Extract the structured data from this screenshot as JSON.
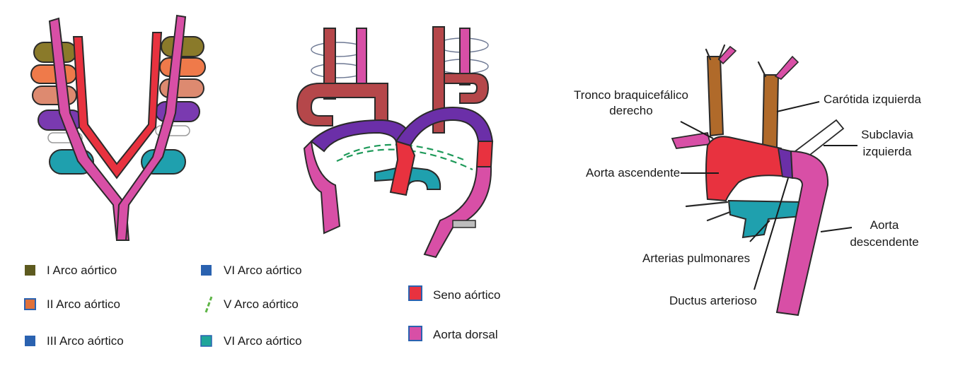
{
  "legend": {
    "arch1": {
      "label": "I Arco aórtico",
      "color": "#5d5a1f"
    },
    "arch2": {
      "label": "II Arco aórtico",
      "color": "#e0713a"
    },
    "arch3": {
      "label": "III Arco aórtico",
      "color": "#2a62b0"
    },
    "arch4": {
      "label": "VI Arco aórtico",
      "color": "#2a62b0"
    },
    "arch5": {
      "label": "V Arco aórtico",
      "color": "#5fb547"
    },
    "arch6": {
      "label": "VI Arco aórtico",
      "color": "#1fa59a"
    },
    "sinus": {
      "label": "Seno aórtico",
      "color": "#e8323f"
    },
    "dorsal": {
      "label": "Aorta dorsal",
      "color": "#d84fa6"
    }
  },
  "colors": {
    "olive": "#6e6a2a",
    "orange": "#ef8a5a",
    "salmon": "#dd8a70",
    "purple": "#6b2fa8",
    "teal": "#1ea3b3",
    "red": "#e8323f",
    "pink": "#d84fa6",
    "brown": "#b06a2a",
    "dark_red": "#b5474a",
    "gray": "#c9c9c9",
    "dashed_green": "#1f9a5a"
  },
  "labels": {
    "brachio_line1": "Tronco braquicefálico",
    "brachio_line2": "derecho",
    "left_carotid": "Carótida izquierda",
    "left_subclavian_line1": "Subclavia",
    "left_subclavian_line2": "izquierda",
    "ascending_aorta": "Aorta ascendente",
    "descending_line1": "Aorta",
    "descending_line2": "descendente",
    "pulmonary_arteries": "Arterias pulmonares",
    "ductus": "Ductus arterioso"
  }
}
